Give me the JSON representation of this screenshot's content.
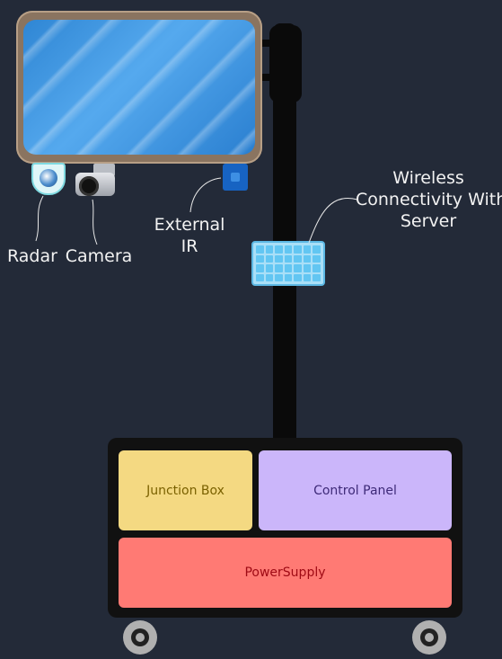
{
  "labels": {
    "radar": "Radar",
    "camera": "Camera",
    "external_ir_line1": "External",
    "external_ir_line2": "IR",
    "wireless_line1": "Wireless",
    "wireless_line2": "Connectivity With",
    "wireless_line3": "Server"
  },
  "cabinet": {
    "junction_box": "Junction Box",
    "control_panel": "Control Panel",
    "power_supply": "PowerSupply"
  },
  "colors": {
    "background": "#232a38",
    "junction_box": "#f4d982",
    "control_panel": "#cbb6fa",
    "power_supply": "#ff7a74"
  },
  "icons": {
    "display": "display-screen-icon",
    "radar": "radar-sensor-icon",
    "camera": "camera-icon",
    "ir": "ir-sensor-icon",
    "wireless": "wireless-module-icon",
    "wheel": "wheel-icon"
  }
}
